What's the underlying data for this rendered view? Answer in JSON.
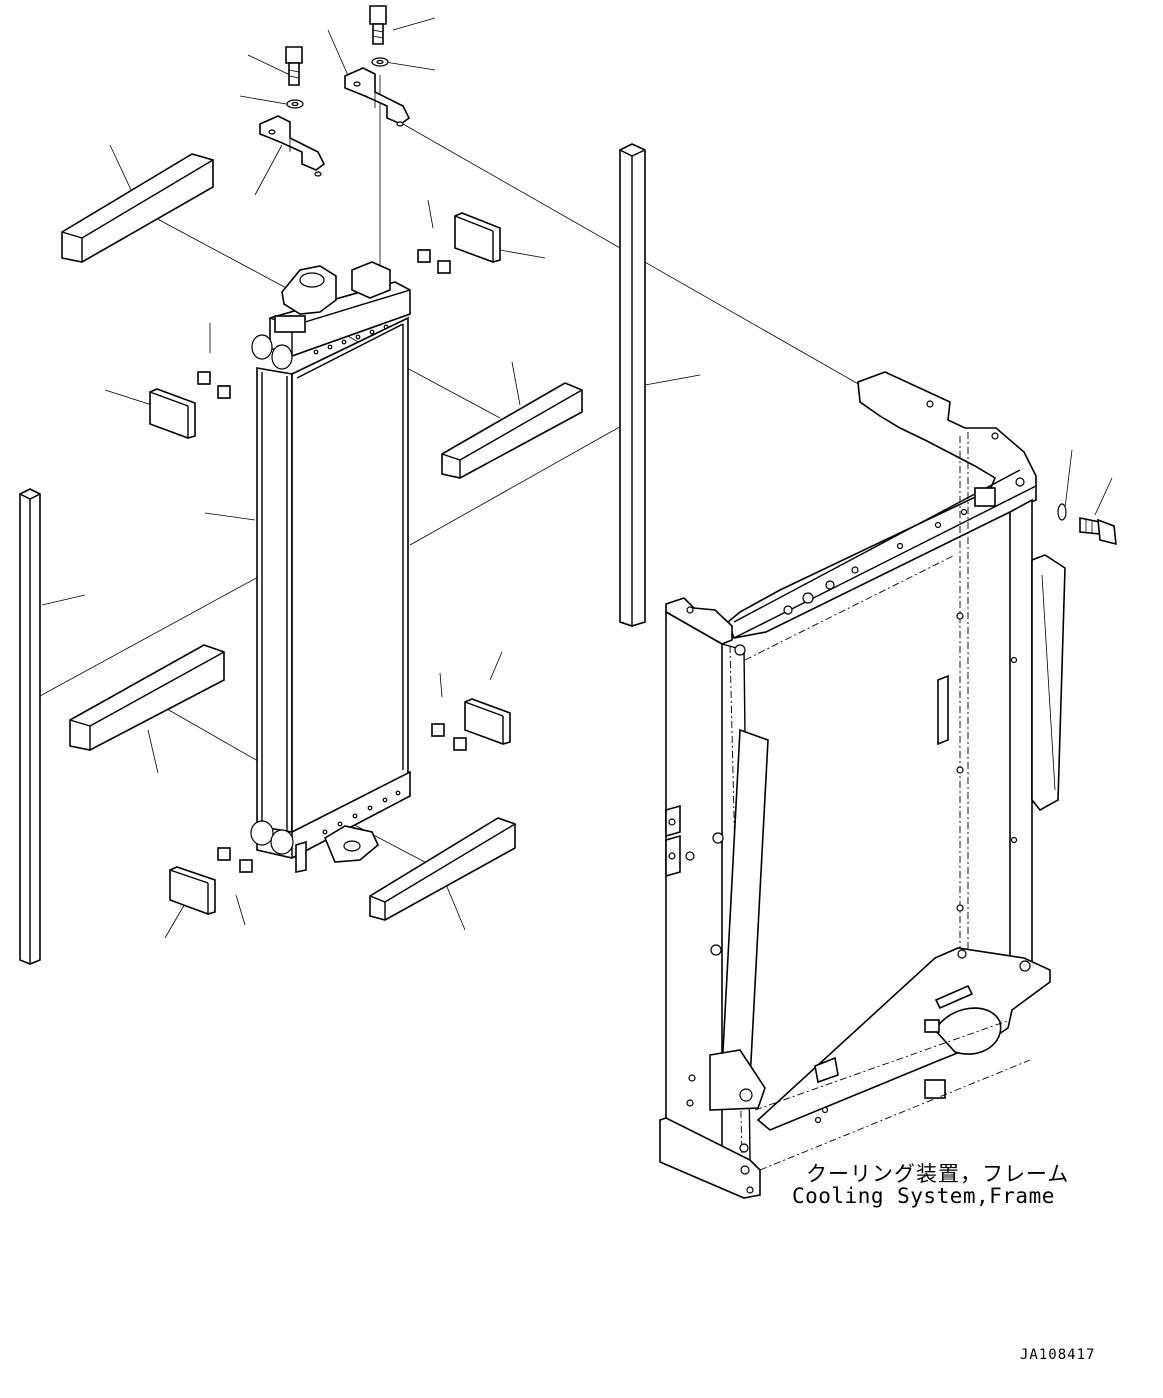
{
  "caption": {
    "japanese": "クーリング装置，フレーム",
    "english": "Cooling System,Frame"
  },
  "drawing_id": "JA108417",
  "colors": {
    "line": "#000000",
    "background": "#ffffff"
  }
}
